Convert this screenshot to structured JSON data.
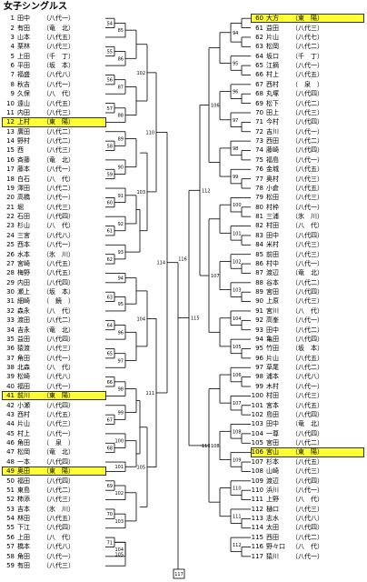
{
  "title": "女子シングルス",
  "final_match_number": "117",
  "highlight_color": "#ffff33",
  "left_players": [
    {
      "no": "1",
      "name": "田中",
      "club": "（八代一）"
    },
    {
      "no": "2",
      "name": "有田",
      "club": "（竜　北）"
    },
    {
      "no": "3",
      "name": "山本",
      "club": "（八代五）"
    },
    {
      "no": "4",
      "name": "栗林",
      "club": "（八代三）"
    },
    {
      "no": "5",
      "name": "上田",
      "club": "（千　丁）"
    },
    {
      "no": "6",
      "name": "平田",
      "club": "（坂　本）"
    },
    {
      "no": "7",
      "name": "福盛",
      "club": "（八代八）"
    },
    {
      "no": "8",
      "name": "秋吉",
      "club": "（八代一）"
    },
    {
      "no": "9",
      "name": "久保",
      "club": "（八　代）"
    },
    {
      "no": "10",
      "name": "遠山",
      "club": "（八代五）"
    },
    {
      "no": "11",
      "name": "内田",
      "club": "（八代三）"
    },
    {
      "no": "12",
      "name": "上村",
      "club": "（東　陽）",
      "hl": true
    },
    {
      "no": "13",
      "name": "廣田",
      "club": "（八代二）"
    },
    {
      "no": "14",
      "name": "野村",
      "club": "（八代二）"
    },
    {
      "no": "15",
      "name": "西",
      "club": "（八代三）"
    },
    {
      "no": "16",
      "name": "斉藤",
      "club": "（竜　北）"
    },
    {
      "no": "17",
      "name": "藤本",
      "club": "（八代一）"
    },
    {
      "no": "18",
      "name": "白石",
      "club": "（八　代）"
    },
    {
      "no": "19",
      "name": "澤田",
      "club": "（八代二）"
    },
    {
      "no": "20",
      "name": "高橋",
      "club": "（八代一）"
    },
    {
      "no": "21",
      "name": "堀",
      "club": "（八代三）"
    },
    {
      "no": "22",
      "name": "石田",
      "club": "（八代四）"
    },
    {
      "no": "23",
      "name": "杉山",
      "club": "（八　代）"
    },
    {
      "no": "24",
      "name": "三宮",
      "club": "（八代八）"
    },
    {
      "no": "25",
      "name": "西本",
      "club": "（八代一）"
    },
    {
      "no": "26",
      "name": "水本",
      "club": "（氷　川）"
    },
    {
      "no": "27",
      "name": "宮崎",
      "club": "（八代五）"
    },
    {
      "no": "28",
      "name": "梅野",
      "club": "（八代五）"
    },
    {
      "no": "29",
      "name": "内田",
      "club": "（八代四）"
    },
    {
      "no": "30",
      "name": "瀬上",
      "club": "（坂　本）"
    },
    {
      "no": "31",
      "name": "細崎",
      "club": "（　鏡　）"
    },
    {
      "no": "32",
      "name": "森永",
      "club": "（八　代）"
    },
    {
      "no": "33",
      "name": "渡田",
      "club": "（八代二）"
    },
    {
      "no": "34",
      "name": "吉永",
      "club": "（竜　北）"
    },
    {
      "no": "35",
      "name": "益田",
      "club": "（八代四）"
    },
    {
      "no": "36",
      "name": "猿渡",
      "club": "（八代三）"
    },
    {
      "no": "37",
      "name": "角田",
      "club": "（八代一）"
    },
    {
      "no": "38",
      "name": "北森",
      "club": "（八　代）"
    },
    {
      "no": "39",
      "name": "松崎",
      "club": "（八代八）"
    },
    {
      "no": "40",
      "name": "福田",
      "club": "（八代一）"
    },
    {
      "no": "41",
      "name": "前川",
      "club": "（東　陽）",
      "hl": true
    },
    {
      "no": "42",
      "name": "小瀬",
      "club": "（八代四）"
    },
    {
      "no": "43",
      "name": "西村",
      "club": "（八代五）"
    },
    {
      "no": "44",
      "name": "片山",
      "club": "（八代三）"
    },
    {
      "no": "45",
      "name": "村上",
      "club": "（八代一）"
    },
    {
      "no": "46",
      "name": "角田",
      "club": "（　泉　）"
    },
    {
      "no": "47",
      "name": "松岡",
      "club": "（竜　北）"
    },
    {
      "no": "48",
      "name": "一本",
      "club": "（八代四）"
    },
    {
      "no": "49",
      "name": "奥田",
      "club": "（東　陽）",
      "hl": true
    },
    {
      "no": "50",
      "name": "福田",
      "club": "（八代四）"
    },
    {
      "no": "51",
      "name": "東島",
      "club": "（八代二）"
    },
    {
      "no": "52",
      "name": "柿添",
      "club": "（八代三）"
    },
    {
      "no": "53",
      "name": "吉本",
      "club": "（氷　川）"
    },
    {
      "no": "54",
      "name": "林田",
      "club": "（八代五）"
    },
    {
      "no": "55",
      "name": "下江",
      "club": "（八代四）"
    },
    {
      "no": "56",
      "name": "上田",
      "club": "（八　代）"
    },
    {
      "no": "57",
      "name": "橋本",
      "club": "（八代八）"
    },
    {
      "no": "58",
      "name": "角田",
      "club": "（八代一）"
    },
    {
      "no": "59",
      "name": "有田",
      "club": "（八代三）"
    }
  ],
  "right_players": [
    {
      "no": "60",
      "name": "大方",
      "club": "（東　陽）",
      "hl": true
    },
    {
      "no": "61",
      "name": "益田",
      "club": "（八代三）"
    },
    {
      "no": "62",
      "name": "片山",
      "club": "（八代七）"
    },
    {
      "no": "63",
      "name": "松岡",
      "club": "（八代二）"
    },
    {
      "no": "64",
      "name": "坂口",
      "club": "（千　丁）"
    },
    {
      "no": "65",
      "name": "江摘",
      "club": "（八代一）"
    },
    {
      "no": "66",
      "name": "村上",
      "club": "（八代五）"
    },
    {
      "no": "67",
      "name": "西村",
      "club": "（　泉　）"
    },
    {
      "no": "68",
      "name": "丸塚",
      "club": "（八代四）"
    },
    {
      "no": "69",
      "name": "松下",
      "club": "（八代二）"
    },
    {
      "no": "70",
      "name": "田上",
      "club": "（八代三）"
    },
    {
      "no": "71",
      "name": "今村",
      "club": "（八代四）"
    },
    {
      "no": "72",
      "name": "吉川",
      "club": "（八代一）"
    },
    {
      "no": "73",
      "name": "西田",
      "club": "（八代二）"
    },
    {
      "no": "74",
      "name": "藤崎",
      "club": "（八代四）"
    },
    {
      "no": "75",
      "name": "福島",
      "club": "（八代一）"
    },
    {
      "no": "76",
      "name": "金城",
      "club": "（八代五）"
    },
    {
      "no": "77",
      "name": "奥村",
      "club": "（八代三）"
    },
    {
      "no": "78",
      "name": "小倉",
      "club": "（八代五）"
    },
    {
      "no": "79",
      "name": "松田",
      "club": "（八代三）"
    },
    {
      "no": "80",
      "name": "村枠",
      "club": "（八代一）"
    },
    {
      "no": "81",
      "name": "三浦",
      "club": "（氷　川）"
    },
    {
      "no": "82",
      "name": "村田",
      "club": "（八　代）"
    },
    {
      "no": "83",
      "name": "田中",
      "club": "（八代四）"
    },
    {
      "no": "84",
      "name": "米村",
      "club": "（八代三）"
    },
    {
      "no": "85",
      "name": "前田",
      "club": "（八代三）"
    },
    {
      "no": "86",
      "name": "村中",
      "club": "（八代一）"
    },
    {
      "no": "87",
      "name": "渡辺",
      "club": "（竜　北）"
    },
    {
      "no": "88",
      "name": "谷本",
      "club": "（八代二）"
    },
    {
      "no": "89",
      "name": "宮田",
      "club": "（八代四）"
    },
    {
      "no": "90",
      "name": "上原",
      "club": "（八代三）"
    },
    {
      "no": "91",
      "name": "宮川",
      "club": "（八　代）"
    },
    {
      "no": "92",
      "name": "高峯",
      "club": "（八代一）"
    },
    {
      "no": "93",
      "name": "田中",
      "club": "（八代二）"
    },
    {
      "no": "94",
      "name": "亀田",
      "club": "（八代四）"
    },
    {
      "no": "95",
      "name": "竹田",
      "club": "（坂　本）"
    },
    {
      "no": "96",
      "name": "片山",
      "club": "（八代五）"
    },
    {
      "no": "97",
      "name": "草尾",
      "club": "（八代二）"
    },
    {
      "no": "98",
      "name": "浦本",
      "club": "（八代八）"
    },
    {
      "no": "99",
      "name": "木村",
      "club": "（八代一）"
    },
    {
      "no": "100",
      "name": "村田",
      "club": "（八代三）"
    },
    {
      "no": "101",
      "name": "宮本",
      "club": "（八代五）"
    },
    {
      "no": "102",
      "name": "島田",
      "club": "（八代四）"
    },
    {
      "no": "103",
      "name": "田中",
      "club": "（竜　北）"
    },
    {
      "no": "104",
      "name": "一尊",
      "club": "（八代四）"
    },
    {
      "no": "105",
      "name": "宮田",
      "club": "（八代二）"
    },
    {
      "no": "106",
      "name": "宮山",
      "club": "（東　陽）",
      "hl": true
    },
    {
      "no": "107",
      "name": "杉本",
      "club": "（八代五）"
    },
    {
      "no": "108",
      "name": "山崎",
      "club": "（八代三）"
    },
    {
      "no": "109",
      "name": "渡辺",
      "club": "（八代四）"
    },
    {
      "no": "110",
      "name": "浜川",
      "club": "（八代一）"
    },
    {
      "no": "111",
      "name": "上野",
      "club": "（八　代）"
    },
    {
      "no": "112",
      "name": "樋口",
      "club": "（八代三）"
    },
    {
      "no": "113",
      "name": "志水",
      "club": "（八代八）"
    },
    {
      "no": "114",
      "name": "太田",
      "club": "（八代四）"
    },
    {
      "no": "115",
      "name": "西田",
      "club": "（八代二）"
    },
    {
      "no": "116",
      "name": "野々口",
      "club": "（八　代）"
    },
    {
      "no": "117",
      "name": "猿川",
      "club": "（八代一）"
    }
  ],
  "left_bracket": {
    "r1": [
      {
        "a": 0,
        "b": 1,
        "n": "54"
      },
      {
        "a": 3,
        "b": 4,
        "n": "55"
      },
      {
        "a": 6,
        "b": 7,
        "n": "56"
      },
      {
        "a": 9,
        "b": 10,
        "n": "57"
      },
      {
        "a": 13,
        "b": 14,
        "n": "58"
      },
      {
        "a": 16,
        "b": 17,
        "n": "59"
      },
      {
        "a": 19,
        "b": 20,
        "n": "60"
      },
      {
        "a": 22,
        "b": 23,
        "n": "61"
      },
      {
        "a": 25,
        "b": 26,
        "n": "62"
      },
      {
        "a": 29,
        "b": 30,
        "n": "63"
      },
      {
        "a": 32,
        "b": 33,
        "n": "64"
      },
      {
        "a": 35,
        "b": 36,
        "n": "65"
      },
      {
        "a": 38,
        "b": 39,
        "n": "66"
      },
      {
        "a": 42,
        "b": 43,
        "n": "67"
      },
      {
        "a": 45,
        "b": 46,
        "n": "68"
      },
      {
        "a": 49,
        "b": 50,
        "n": "69"
      },
      {
        "a": 52,
        "b": 53,
        "n": "70"
      },
      {
        "a": 55,
        "b": 56,
        "n": "71"
      }
    ],
    "r2": [
      {
        "a": "m0",
        "b": 2,
        "n": "85"
      },
      {
        "a": "m1",
        "b": 5,
        "n": "86"
      },
      {
        "a": "m2",
        "b": 8,
        "n": "87"
      },
      {
        "a": "m3",
        "b": 11,
        "n": "88"
      },
      {
        "a": 12,
        "b": "m4",
        "n": "89"
      },
      {
        "a": 15,
        "b": "m5",
        "n": "90"
      },
      {
        "a": 18,
        "b": "m6",
        "n": "91"
      },
      {
        "a": 21,
        "b": "m7",
        "n": "92"
      },
      {
        "a": 24,
        "b": "m8",
        "n": "93"
      },
      {
        "a": 27,
        "b": 28,
        "n": "94"
      },
      {
        "a": "m9",
        "b": 31,
        "n": "95"
      },
      {
        "a": "m10",
        "b": 34,
        "n": "96"
      },
      {
        "a": "m11",
        "b": 37,
        "n": "97"
      },
      {
        "a": "m12",
        "b": 40,
        "n": "98"
      },
      {
        "a": 41,
        "b": "m13",
        "n": "99"
      },
      {
        "a": 44,
        "b": "m14",
        "n": "100"
      },
      {
        "a": 47,
        "b": 48,
        "n": "101"
      },
      {
        "a": "m15",
        "b": 51,
        "n": "102"
      },
      {
        "a": "m16",
        "b": 54,
        "n": "103"
      },
      {
        "a": "m17",
        "b": 57,
        "n": "104"
      },
      {
        "a": 58,
        "b": "m17",
        "n": "105"
      }
    ],
    "r3_labels": [
      "102",
      "103",
      "104",
      "105"
    ],
    "semi": "110",
    "semi2": "111",
    "center_left": "114"
  },
  "right_bracket": {
    "r3_labels": [
      "106",
      "107",
      "108",
      "109"
    ],
    "semi": "112",
    "semi2": "113",
    "center_right": "115"
  },
  "center_label": "116"
}
